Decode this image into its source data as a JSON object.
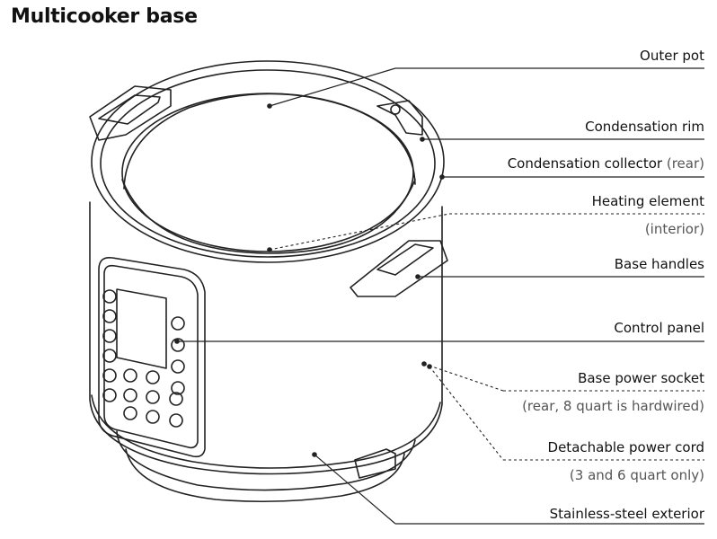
{
  "title": "Multicooker base",
  "labels": {
    "outer_pot": "Outer pot",
    "condensation_rim": "Condensation rim",
    "condensation_collector": "Condensation collector",
    "condensation_collector_note": "(rear)",
    "heating_element": "Heating element",
    "heating_element_note": "(interior)",
    "base_handles": "Base handles",
    "control_panel": "Control panel",
    "base_power_socket": "Base power socket",
    "base_power_socket_note": "(rear, 8 quart is hardwired)",
    "detachable_power_cord": "Detachable power cord",
    "detachable_power_cord_note": "(3 and 6 quart only)",
    "stainless_steel_exterior": "Stainless-steel exterior"
  },
  "colors": {
    "line": "#222222",
    "background": "#ffffff"
  }
}
